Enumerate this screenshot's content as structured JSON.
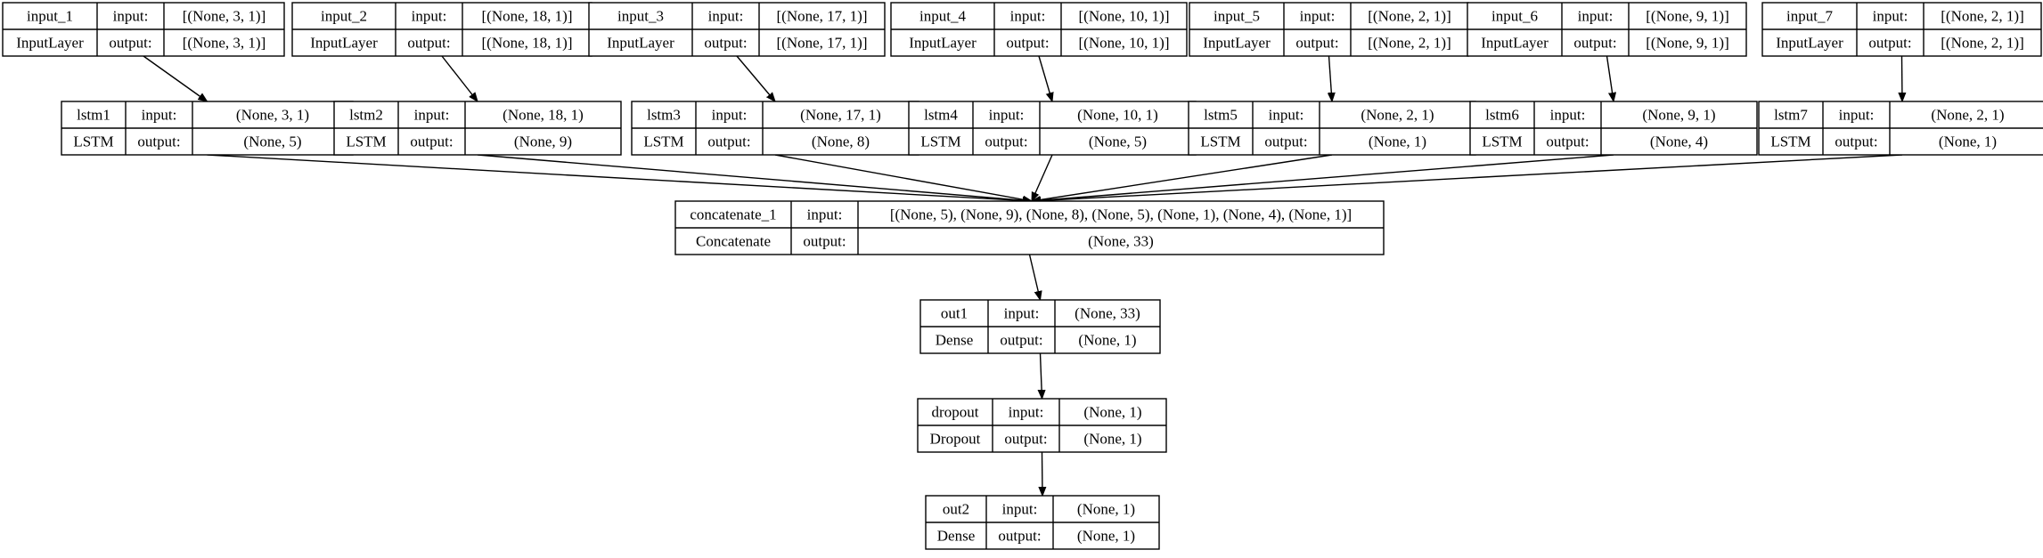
{
  "diagram": {
    "type": "keras-model-plot",
    "nodes": [
      {
        "id": "input_1",
        "name": "input_1",
        "class": "InputLayer",
        "input_label": "input:",
        "output_label": "output:",
        "input": "[(None, 3, 1)]",
        "output": "[(None, 3, 1)]"
      },
      {
        "id": "input_2",
        "name": "input_2",
        "class": "InputLayer",
        "input_label": "input:",
        "output_label": "output:",
        "input": "[(None, 18, 1)]",
        "output": "[(None, 18, 1)]"
      },
      {
        "id": "input_3",
        "name": "input_3",
        "class": "InputLayer",
        "input_label": "input:",
        "output_label": "output:",
        "input": "[(None, 17, 1)]",
        "output": "[(None, 17, 1)]"
      },
      {
        "id": "input_4",
        "name": "input_4",
        "class": "InputLayer",
        "input_label": "input:",
        "output_label": "output:",
        "input": "[(None, 10, 1)]",
        "output": "[(None, 10, 1)]"
      },
      {
        "id": "input_5",
        "name": "input_5",
        "class": "InputLayer",
        "input_label": "input:",
        "output_label": "output:",
        "input": "[(None, 2, 1)]",
        "output": "[(None, 2, 1)]"
      },
      {
        "id": "input_6",
        "name": "input_6",
        "class": "InputLayer",
        "input_label": "input:",
        "output_label": "output:",
        "input": "[(None, 9, 1)]",
        "output": "[(None, 9, 1)]"
      },
      {
        "id": "input_7",
        "name": "input_7",
        "class": "InputLayer",
        "input_label": "input:",
        "output_label": "output:",
        "input": "[(None, 2, 1)]",
        "output": "[(None, 2, 1)]"
      },
      {
        "id": "lstm1",
        "name": "lstm1",
        "class": "LSTM",
        "input_label": "input:",
        "output_label": "output:",
        "input": "(None, 3, 1)",
        "output": "(None, 5)"
      },
      {
        "id": "lstm2",
        "name": "lstm2",
        "class": "LSTM",
        "input_label": "input:",
        "output_label": "output:",
        "input": "(None, 18, 1)",
        "output": "(None, 9)"
      },
      {
        "id": "lstm3",
        "name": "lstm3",
        "class": "LSTM",
        "input_label": "input:",
        "output_label": "output:",
        "input": "(None, 17, 1)",
        "output": "(None, 8)"
      },
      {
        "id": "lstm4",
        "name": "lstm4",
        "class": "LSTM",
        "input_label": "input:",
        "output_label": "output:",
        "input": "(None, 10, 1)",
        "output": "(None, 5)"
      },
      {
        "id": "lstm5",
        "name": "lstm5",
        "class": "LSTM",
        "input_label": "input:",
        "output_label": "output:",
        "input": "(None, 2, 1)",
        "output": "(None, 1)"
      },
      {
        "id": "lstm6",
        "name": "lstm6",
        "class": "LSTM",
        "input_label": "input:",
        "output_label": "output:",
        "input": "(None, 9, 1)",
        "output": "(None, 4)"
      },
      {
        "id": "lstm7",
        "name": "lstm7",
        "class": "LSTM",
        "input_label": "input:",
        "output_label": "output:",
        "input": "(None, 2, 1)",
        "output": "(None, 1)"
      },
      {
        "id": "concatenate_1",
        "name": "concatenate_1",
        "class": "Concatenate",
        "input_label": "input:",
        "output_label": "output:",
        "input": "[(None, 5), (None, 9), (None, 8), (None, 5), (None, 1), (None, 4), (None, 1)]",
        "output": "(None, 33)"
      },
      {
        "id": "out1",
        "name": "out1",
        "class": "Dense",
        "input_label": "input:",
        "output_label": "output:",
        "input": "(None, 33)",
        "output": "(None, 1)"
      },
      {
        "id": "dropout",
        "name": "dropout",
        "class": "Dropout",
        "input_label": "input:",
        "output_label": "output:",
        "input": "(None, 1)",
        "output": "(None, 1)"
      },
      {
        "id": "out2",
        "name": "out2",
        "class": "Dense",
        "input_label": "input:",
        "output_label": "output:",
        "input": "(None, 1)",
        "output": "(None, 1)"
      }
    ],
    "edges": [
      {
        "from": "input_1",
        "to": "lstm1"
      },
      {
        "from": "input_2",
        "to": "lstm2"
      },
      {
        "from": "input_3",
        "to": "lstm3"
      },
      {
        "from": "input_4",
        "to": "lstm4"
      },
      {
        "from": "input_5",
        "to": "lstm5"
      },
      {
        "from": "input_6",
        "to": "lstm6"
      },
      {
        "from": "input_7",
        "to": "lstm7"
      },
      {
        "from": "lstm1",
        "to": "concatenate_1"
      },
      {
        "from": "lstm2",
        "to": "concatenate_1"
      },
      {
        "from": "lstm3",
        "to": "concatenate_1"
      },
      {
        "from": "lstm4",
        "to": "concatenate_1"
      },
      {
        "from": "lstm5",
        "to": "concatenate_1"
      },
      {
        "from": "lstm6",
        "to": "concatenate_1"
      },
      {
        "from": "lstm7",
        "to": "concatenate_1"
      },
      {
        "from": "concatenate_1",
        "to": "out1"
      },
      {
        "from": "out1",
        "to": "dropout"
      },
      {
        "from": "dropout",
        "to": "out2"
      }
    ]
  }
}
